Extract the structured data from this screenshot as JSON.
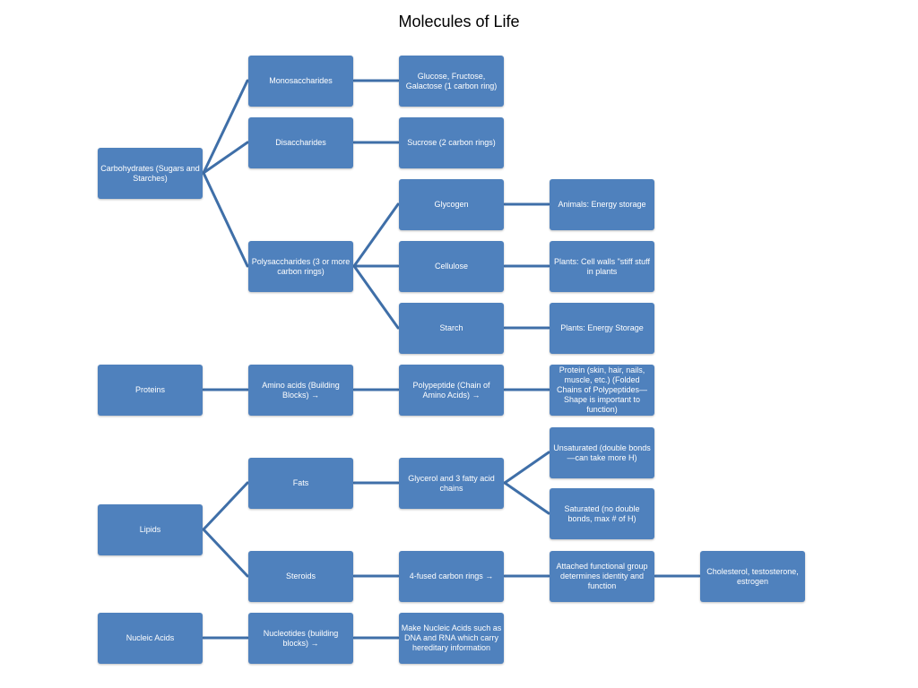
{
  "title": "Molecules of Life",
  "colors": {
    "node_fill": "#4f81bd",
    "connector": "#3f6fa8",
    "node_text": "#ffffff"
  },
  "nodes": {
    "carbohydrates": "Carbohydrates (Sugars and Starches)",
    "monosaccharides": "Monosaccharides",
    "mono_examples": "Glucose, Fructose, Galactose (1 carbon ring)",
    "disaccharides": "Disaccharides",
    "sucrose": "Sucrose (2 carbon rings)",
    "polysaccharides": "Polysaccharides (3 or more carbon rings)",
    "glycogen": "Glycogen",
    "glycogen_use": "Animals:  Energy storage",
    "cellulose": "Cellulose",
    "cellulose_use": "Plants:  Cell walls \"stiff stuff in plants",
    "starch": "Starch",
    "starch_use": "Plants:  Energy Storage",
    "proteins": "Proteins",
    "amino_acids": "Amino acids  (Building Blocks) →",
    "polypeptide": "Polypeptide (Chain of Amino Acids) →",
    "protein_desc": "Protein (skin, hair, nails, muscle, etc.) (Folded Chains of Polypeptides—Shape is important to function)",
    "lipids": "Lipids",
    "fats": "Fats",
    "glycerol": "Glycerol and 3 fatty acid chains",
    "unsaturated": "Unsaturated (double bonds—can take more H)",
    "saturated": "Saturated (no double bonds, max # of H)",
    "steroids": "Steroids",
    "fused_rings": "4-fused carbon rings →",
    "functional_group": "Attached functional group determines identity and function",
    "steroid_examples": "Cholesterol, testosterone, estrogen",
    "nucleic_acids": "Nucleic Acids",
    "nucleotides": "Nucleotides (building blocks) →",
    "nucleic_desc": "Make Nucleic Acids such as DNA and RNA which carry hereditary information"
  }
}
